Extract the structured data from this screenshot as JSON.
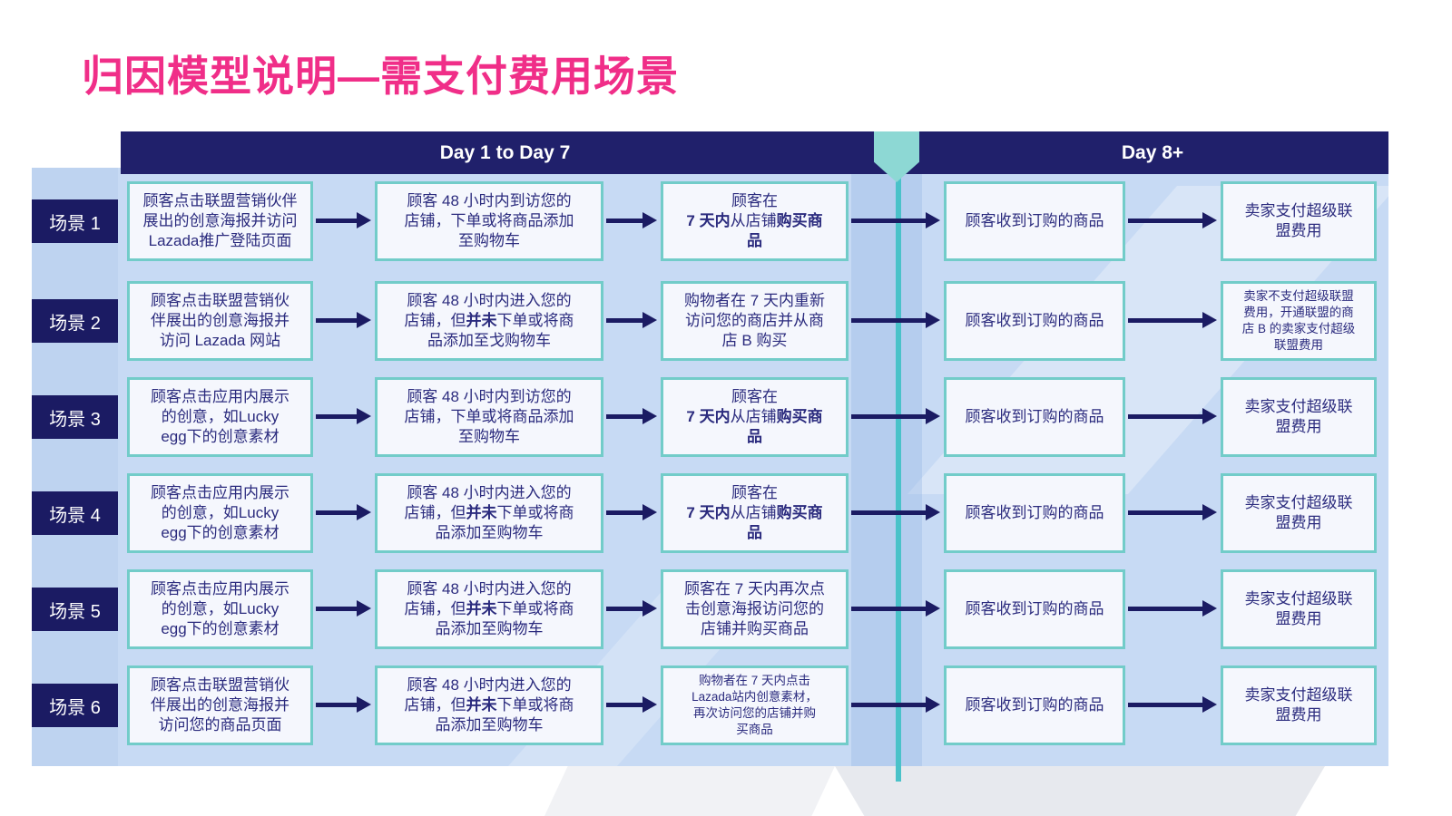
{
  "title": "归因模型说明—需支付费用场景",
  "header": {
    "left": "Day 1 to Day 7",
    "right": "Day 8+"
  },
  "colors": {
    "title_pink": "#F02E88",
    "navy": "#20206B",
    "label_navy": "#1B1B63",
    "box_border_teal": "#72CCC9",
    "box_fill": "#F5F7FD",
    "box_text": "#2B2B7E",
    "panel_blue": "#C7DAF4",
    "divider_teal": "#4AC2C9",
    "pentagon_teal": "#8DD8D4",
    "arrow_navy": "#1B1B63"
  },
  "divider_icon": "down-pentagon-arrow-icon",
  "rows": [
    {
      "label": "场景 1",
      "cells": [
        {
          "size": "normal",
          "segments": [
            {
              "t": "顾客点击联盟营销伙伴"
            },
            {
              "br": true
            },
            {
              "t": "展出的创意海报并访问"
            },
            {
              "br": true
            },
            {
              "t": "Lazada推广登陆页面"
            }
          ]
        },
        {
          "size": "normal",
          "segments": [
            {
              "t": "顾客 48 小时内到访您的"
            },
            {
              "br": true
            },
            {
              "t": "店铺，下单或将商品添加"
            },
            {
              "br": true
            },
            {
              "t": "至购物车"
            }
          ]
        },
        {
          "size": "normal",
          "segments": [
            {
              "t": "顾客在"
            },
            {
              "br": true
            },
            {
              "t": "7 天内",
              "b": true
            },
            {
              "t": "从店铺"
            },
            {
              "t": "购买商",
              "b": true
            },
            {
              "br": true
            },
            {
              "t": "品",
              "b": true
            }
          ]
        },
        {
          "size": "normal",
          "segments": [
            {
              "t": "顾客收到订购的商品"
            }
          ]
        },
        {
          "size": "normal",
          "segments": [
            {
              "t": "卖家支付超级联"
            },
            {
              "br": true
            },
            {
              "t": "盟费用"
            }
          ]
        }
      ]
    },
    {
      "label": "场景 2",
      "cells": [
        {
          "size": "normal",
          "segments": [
            {
              "t": "顾客点击联盟营销伙"
            },
            {
              "br": true
            },
            {
              "t": "伴展出的创意海报并"
            },
            {
              "br": true
            },
            {
              "t": "访问 Lazada 网站"
            }
          ]
        },
        {
          "size": "normal",
          "segments": [
            {
              "t": "顾客 48 小时内进入您的"
            },
            {
              "br": true
            },
            {
              "t": "店铺，但"
            },
            {
              "t": "并未",
              "b": true
            },
            {
              "t": "下单或将商"
            },
            {
              "br": true
            },
            {
              "t": "品添加至戈购物车"
            }
          ]
        },
        {
          "size": "normal",
          "segments": [
            {
              "t": "购物者在 7 天内重新"
            },
            {
              "br": true
            },
            {
              "t": "访问您的商店并从商"
            },
            {
              "br": true
            },
            {
              "t": "店 B 购买"
            }
          ]
        },
        {
          "size": "normal",
          "segments": [
            {
              "t": "顾客收到订购的商品"
            }
          ]
        },
        {
          "size": "small",
          "segments": [
            {
              "t": "卖家不支付超级联盟"
            },
            {
              "br": true
            },
            {
              "t": "费用，开通联盟的商"
            },
            {
              "br": true
            },
            {
              "t": "店 B 的卖家支付超级"
            },
            {
              "br": true
            },
            {
              "t": "联盟费用"
            }
          ]
        }
      ]
    },
    {
      "label": "场景 3",
      "cells": [
        {
          "size": "normal",
          "segments": [
            {
              "t": "顾客点击应用内展示"
            },
            {
              "br": true
            },
            {
              "t": "的创意，如Lucky"
            },
            {
              "br": true
            },
            {
              "t": "egg下的创意素材"
            }
          ]
        },
        {
          "size": "normal",
          "segments": [
            {
              "t": "顾客 48 小时内到访您的"
            },
            {
              "br": true
            },
            {
              "t": "店铺，下单或将商品添加"
            },
            {
              "br": true
            },
            {
              "t": "至购物车"
            }
          ]
        },
        {
          "size": "normal",
          "segments": [
            {
              "t": "顾客在"
            },
            {
              "br": true
            },
            {
              "t": "7 天内",
              "b": true
            },
            {
              "t": "从店铺"
            },
            {
              "t": "购买商",
              "b": true
            },
            {
              "br": true
            },
            {
              "t": "品",
              "b": true
            }
          ]
        },
        {
          "size": "normal",
          "segments": [
            {
              "t": "顾客收到订购的商品"
            }
          ]
        },
        {
          "size": "normal",
          "segments": [
            {
              "t": "卖家支付超级联"
            },
            {
              "br": true
            },
            {
              "t": "盟费用"
            }
          ]
        }
      ]
    },
    {
      "label": "场景 4",
      "cells": [
        {
          "size": "normal",
          "segments": [
            {
              "t": "顾客点击应用内展示"
            },
            {
              "br": true
            },
            {
              "t": "的创意，如Lucky"
            },
            {
              "br": true
            },
            {
              "t": "egg下的创意素材"
            }
          ]
        },
        {
          "size": "normal",
          "segments": [
            {
              "t": "顾客 48 小时内进入您的"
            },
            {
              "br": true
            },
            {
              "t": "店铺，但"
            },
            {
              "t": "并未",
              "b": true
            },
            {
              "t": "下单或将商"
            },
            {
              "br": true
            },
            {
              "t": "品添加至购物车"
            }
          ]
        },
        {
          "size": "normal",
          "segments": [
            {
              "t": "顾客在"
            },
            {
              "br": true
            },
            {
              "t": "7 天内",
              "b": true
            },
            {
              "t": "从店铺"
            },
            {
              "t": "购买商",
              "b": true
            },
            {
              "br": true
            },
            {
              "t": "品",
              "b": true
            }
          ]
        },
        {
          "size": "normal",
          "segments": [
            {
              "t": "顾客收到订购的商品"
            }
          ]
        },
        {
          "size": "normal",
          "segments": [
            {
              "t": "卖家支付超级联"
            },
            {
              "br": true
            },
            {
              "t": "盟费用"
            }
          ]
        }
      ]
    },
    {
      "label": "场景 5",
      "cells": [
        {
          "size": "normal",
          "segments": [
            {
              "t": "顾客点击应用内展示"
            },
            {
              "br": true
            },
            {
              "t": "的创意，如Lucky"
            },
            {
              "br": true
            },
            {
              "t": "egg下的创意素材"
            }
          ]
        },
        {
          "size": "normal",
          "segments": [
            {
              "t": "顾客 48 小时内进入您的"
            },
            {
              "br": true
            },
            {
              "t": "店铺，但"
            },
            {
              "t": "并未",
              "b": true
            },
            {
              "t": "下单或将商"
            },
            {
              "br": true
            },
            {
              "t": "品添加至购物车"
            }
          ]
        },
        {
          "size": "normal",
          "segments": [
            {
              "t": "顾客在 7 天内再次点"
            },
            {
              "br": true
            },
            {
              "t": "击创意海报访问您的"
            },
            {
              "br": true
            },
            {
              "t": "店铺并购买商品"
            }
          ]
        },
        {
          "size": "normal",
          "segments": [
            {
              "t": "顾客收到订购的商品"
            }
          ]
        },
        {
          "size": "normal",
          "segments": [
            {
              "t": "卖家支付超级联"
            },
            {
              "br": true
            },
            {
              "t": "盟费用"
            }
          ]
        }
      ]
    },
    {
      "label": "场景 6",
      "cells": [
        {
          "size": "normal",
          "segments": [
            {
              "t": "顾客点击联盟营销伙"
            },
            {
              "br": true
            },
            {
              "t": "伴展出的创意海报并"
            },
            {
              "br": true
            },
            {
              "t": "访问您的商品页面"
            }
          ]
        },
        {
          "size": "normal",
          "segments": [
            {
              "t": "顾客 48 小时内进入您的"
            },
            {
              "br": true
            },
            {
              "t": "店铺，但"
            },
            {
              "t": "并未",
              "b": true
            },
            {
              "t": "下单或将商"
            },
            {
              "br": true
            },
            {
              "t": "品添加至购物车"
            }
          ]
        },
        {
          "size": "small",
          "segments": [
            {
              "t": "购物者在 7 天内点击"
            },
            {
              "br": true
            },
            {
              "t": "Lazada站内创意素材，"
            },
            {
              "br": true
            },
            {
              "t": "再次访问您的店铺并购"
            },
            {
              "br": true
            },
            {
              "t": "买商品"
            }
          ]
        },
        {
          "size": "normal",
          "segments": [
            {
              "t": "顾客收到订购的商品"
            }
          ]
        },
        {
          "size": "normal",
          "segments": [
            {
              "t": "卖家支付超级联"
            },
            {
              "br": true
            },
            {
              "t": "盟费用"
            }
          ]
        }
      ]
    }
  ]
}
